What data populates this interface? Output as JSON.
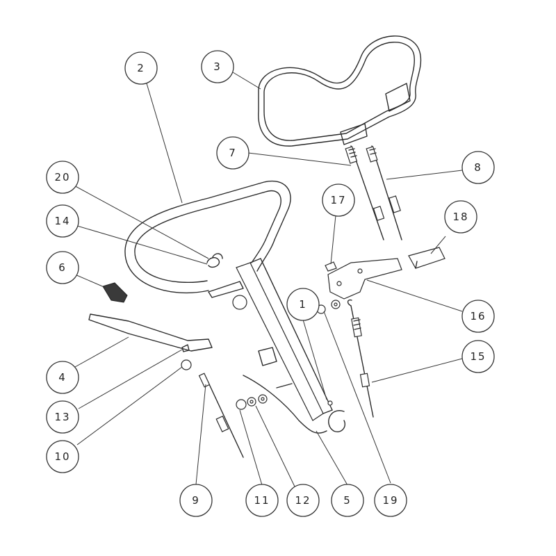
{
  "diagram": {
    "type": "exploded-parts-view",
    "callouts": [
      {
        "id": "c1",
        "label": "1"
      },
      {
        "id": "c2",
        "label": "2"
      },
      {
        "id": "c3",
        "label": "3"
      },
      {
        "id": "c4",
        "label": "4"
      },
      {
        "id": "c5",
        "label": "5"
      },
      {
        "id": "c6",
        "label": "6"
      },
      {
        "id": "c7",
        "label": "7"
      },
      {
        "id": "c8",
        "label": "8"
      },
      {
        "id": "c9",
        "label": "9"
      },
      {
        "id": "c10",
        "label": "10"
      },
      {
        "id": "c11",
        "label": "11"
      },
      {
        "id": "c12",
        "label": "12"
      },
      {
        "id": "c13",
        "label": "13"
      },
      {
        "id": "c14",
        "label": "14"
      },
      {
        "id": "c15",
        "label": "15"
      },
      {
        "id": "c16",
        "label": "16"
      },
      {
        "id": "c17",
        "label": "17"
      },
      {
        "id": "c18",
        "label": "18"
      },
      {
        "id": "c19",
        "label": "19"
      },
      {
        "id": "c20",
        "label": "20"
      }
    ]
  }
}
